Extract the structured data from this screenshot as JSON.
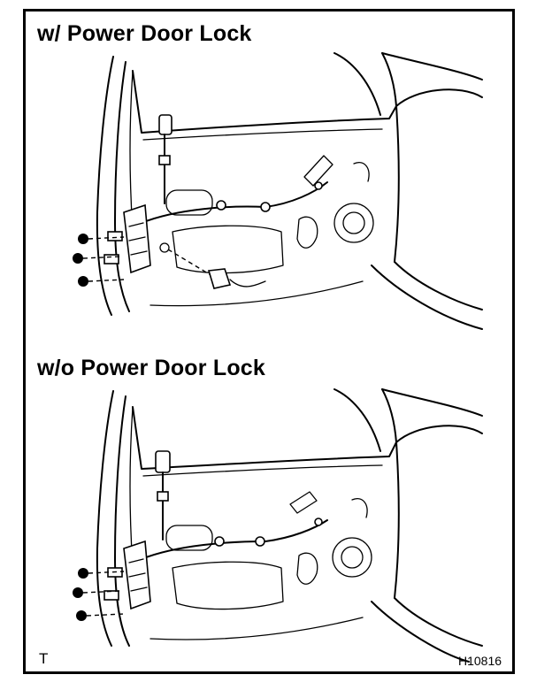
{
  "panels": [
    {
      "heading": "w/ Power Door Lock"
    },
    {
      "heading": "w/o Power Door Lock"
    }
  ],
  "corner_mark": "T",
  "figure_id": "H10816"
}
